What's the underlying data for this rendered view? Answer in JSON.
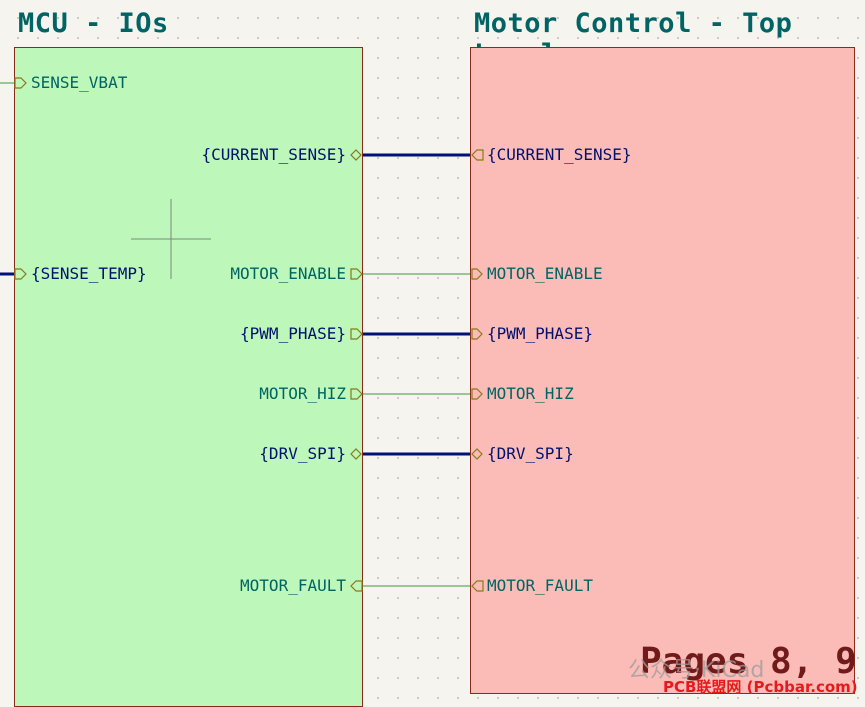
{
  "sheets": {
    "mcu": {
      "title": "MCU - IOs",
      "pins": [
        {
          "label": "SENSE_VBAT",
          "kind": "signal"
        },
        {
          "label": "{CURRENT_SENSE}",
          "kind": "bus"
        },
        {
          "label": "{SENSE_TEMP}",
          "kind": "bus"
        },
        {
          "label": "MOTOR_ENABLE",
          "kind": "signal"
        },
        {
          "label": "{PWM_PHASE}",
          "kind": "bus"
        },
        {
          "label": "MOTOR_HIZ",
          "kind": "signal"
        },
        {
          "label": "{DRV_SPI}",
          "kind": "bus"
        },
        {
          "label": "MOTOR_FAULT",
          "kind": "signal"
        }
      ]
    },
    "motor": {
      "title": "Motor Control - Top Level",
      "pins": [
        {
          "label": "{CURRENT_SENSE}",
          "kind": "bus"
        },
        {
          "label": "MOTOR_ENABLE",
          "kind": "signal"
        },
        {
          "label": "{PWM_PHASE}",
          "kind": "bus"
        },
        {
          "label": "MOTOR_HIZ",
          "kind": "signal"
        },
        {
          "label": "{DRV_SPI}",
          "kind": "bus"
        },
        {
          "label": "MOTOR_FAULT",
          "kind": "signal"
        }
      ]
    }
  },
  "pages_label": "Pages 8, 9",
  "watermark": {
    "text": "公众号·KiCad",
    "url": "PCB联盟网 (Pcbbar.com)"
  },
  "colors": {
    "mcu_sheet_fill": "#bdf7b9",
    "motor_sheet_fill": "#fbbcb8",
    "sheet_border": "#8a2a1a",
    "title_text": "#006464",
    "signal_label": "#006464",
    "bus_label": "#00116e",
    "wire": "#3b9a3b",
    "bus_wire": "#00117a",
    "pin_shape": "#8a7a1a"
  }
}
